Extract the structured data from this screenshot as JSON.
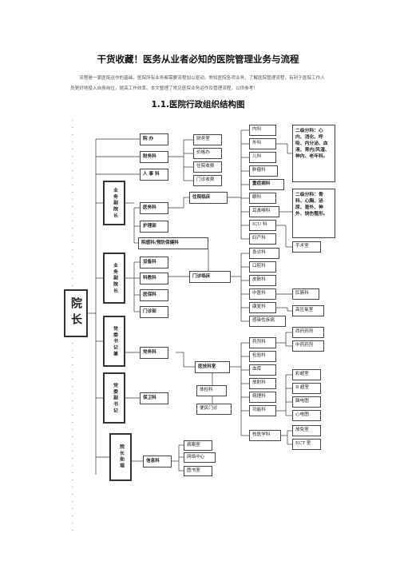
{
  "header": {
    "title": "干货收藏！医务从业者必知的医院管理业务与流程",
    "intro": "流程是一家医院运作的基础，医院所有业务都需要流程加以驱动。熟知医院各项业务，了解医院管理流程，有利于医院工作人员更好地投入自身岗位，提高工作效率。本文整理了常见医院业务运作及管理流程，以供参考！",
    "section": "1.1.医院行政组织结构图"
  },
  "org": {
    "dean": "院长",
    "vp_business1": "业务副院长",
    "vp_business2": "业务副院长",
    "party_secretary": "党委书记兼",
    "party_deputy": "党委副书记",
    "assistant": "院长助理",
    "office": "院 办",
    "finance_dept": "财务科",
    "hr_dept": "人 事 科",
    "finance_room": "财务室",
    "price_office": "价格办",
    "inpatient_billing": "住院收费",
    "outpatient_billing": "门诊收费",
    "medical_affairs": "医务科",
    "nursing": "护理部",
    "infection": "院感科/预防保健科",
    "equipment": "设备科",
    "research": "科教科",
    "insurance": "医保科",
    "outpatient_office": "门诊部",
    "party_affairs": "党务科",
    "security": "保卫科",
    "information": "信息科",
    "statistics": "病案室",
    "network": "网络中心",
    "library": "图书室",
    "inpatient_clinical": "住院临床",
    "outpatient_clinical": "门诊临床",
    "medtech": "医技科室",
    "physical_exam": "体检科",
    "community_clinic": "便民门诊",
    "inpatient_depts": [
      "内科",
      "外科",
      "儿科",
      "肿瘤科",
      "重症病科",
      "眼科",
      "耳鼻喉科",
      "ICU 科",
      "妇产科"
    ],
    "level2_a": "二级分科：心内、消化、呼吸、内分泌、血液、肾内/风湿、神内、老年科。",
    "level2_b": "二级分科：骨科、心胸、泌尿、普外、神外、烧伤整形。",
    "cupping_room": "手术室",
    "outpatient_depts": [
      "急诊科",
      "口腔科",
      "皮肤科",
      "中医科",
      "康复科",
      "感染性疾病"
    ],
    "rheum": "肛肠科",
    "rehab_sub": "高压氧室",
    "medtech_depts": [
      "药剂科",
      "检验科",
      "血库",
      "放射科",
      "病理科",
      "功能科",
      "核医学科"
    ],
    "pharmacy_sub": [
      "西药药剂",
      "中药药剂"
    ],
    "imaging_sub": [
      "彩超室",
      "B 超室",
      "脑电图",
      "心电图"
    ],
    "nuclear_sub": [
      "放免室",
      "ECT 室"
    ]
  }
}
